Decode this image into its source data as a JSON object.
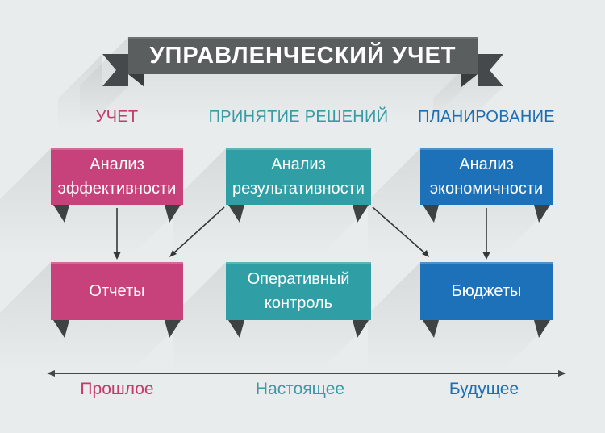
{
  "title": {
    "text": "УПРАВЛЕНЧЕСКИЙ УЧЕТ"
  },
  "columns": [
    {
      "header": "УЧЕТ",
      "top_box": "Анализ эффективности",
      "bottom_box": "Отчеты",
      "axis_label": "Прошлое",
      "color": "#c7417a",
      "header_color": "#c23b69"
    },
    {
      "header": "ПРИНЯТИЕ РЕШЕНИЙ",
      "top_box": "Анализ результативности",
      "bottom_box": "Оперативный контроль",
      "axis_label": "Настоящее",
      "color": "#2f9ea5",
      "header_color": "#399ba4"
    },
    {
      "header": "ПЛАНИРОВАНИЕ",
      "top_box": "Анализ экономичности",
      "bottom_box": "Бюджеты",
      "axis_label": "Будущее",
      "color": "#1d71b8",
      "header_color": "#1c6fb4"
    }
  ],
  "edges": [
    {
      "from": "Анализ эффективности",
      "to": "Отчеты"
    },
    {
      "from": "Анализ результативности",
      "to": "Отчеты"
    },
    {
      "from": "Анализ результативности",
      "to": "Бюджеты"
    },
    {
      "from": "Анализ экономичности",
      "to": "Бюджеты"
    }
  ],
  "colors": {
    "background": "#e9ecec",
    "banner": "#5a5e5f",
    "banner_text": "#ffffff",
    "banner_tail": "#45494b",
    "banner_fold": "#393d3e",
    "box_fold": "#3e4243",
    "box_text": "#ffffff",
    "arrow": "#34383a",
    "axis_line": "#45484a"
  }
}
